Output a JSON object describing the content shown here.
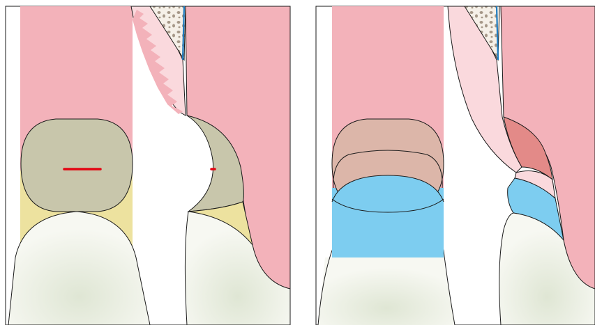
{
  "figure": {
    "panels": [
      {
        "id": "left",
        "state": "before",
        "description_icons": [
          "tooth-crown",
          "interdental-papilla",
          "bone-crest",
          "gingiva"
        ],
        "markers": [
          "red-contact-line",
          "red-contact-tick"
        ]
      },
      {
        "id": "right",
        "state": "after",
        "description_icons": [
          "tooth-crown",
          "blue-restoration",
          "papilla-overlay",
          "bone-crest",
          "gingiva"
        ]
      }
    ],
    "colors": {
      "gingiva_pink": "#f3b2ba",
      "gingiva_light": "#fad9dd",
      "tooth_olive": "#c8c6ab",
      "enamel_yellow": "#ede29f",
      "tooth_root_white": "#eef2e6",
      "restoration_blue": "#7dcdf0",
      "overlay_brown": "#dcb6a9",
      "dark_red_papilla": "#e38a88",
      "contact_red": "#e30613",
      "bone_dot": "#a69888",
      "ligament_blue": "#1d7bc0",
      "outline": "#1a1a1a"
    }
  }
}
